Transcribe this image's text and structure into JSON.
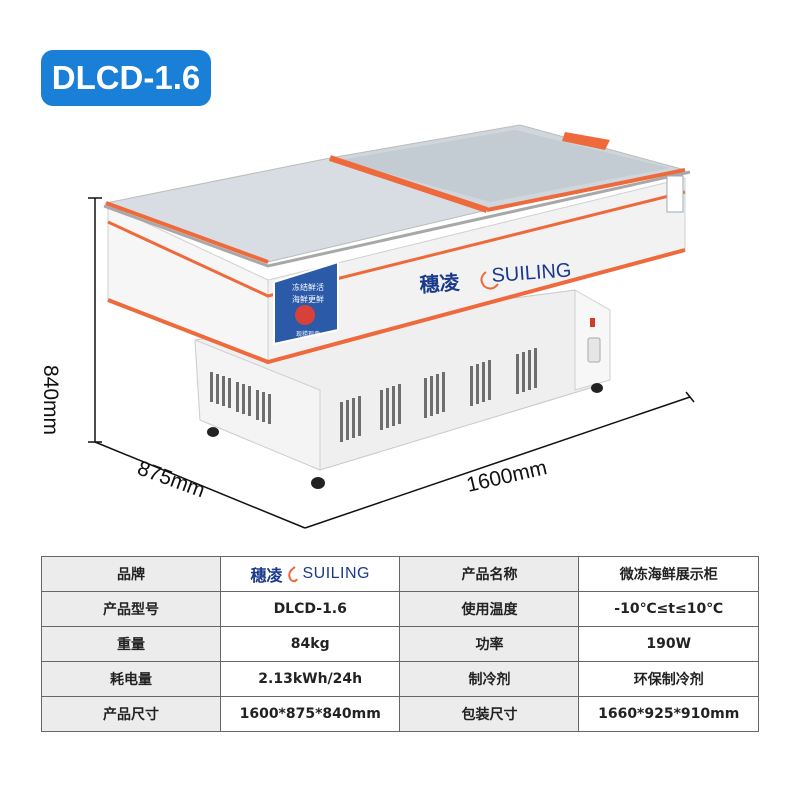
{
  "model_badge": "DLCD-1.6",
  "dimensions": {
    "height": "840mm",
    "width": "1600mm",
    "depth": "875mm"
  },
  "product_logo": {
    "chinese": "穗凌",
    "english": "SUILING"
  },
  "freezer_sticker": {
    "line1": "冻结鲜活",
    "line2": "海鲜更鲜",
    "line3": "现捞现卖"
  },
  "spec_table": {
    "rows": [
      {
        "label1": "品牌",
        "value1": "",
        "label2": "产品名称",
        "value2": "微冻海鲜展示柜"
      },
      {
        "label1": "产品型号",
        "value1": "DLCD-1.6",
        "label2": "使用温度",
        "value2": "-10℃≤t≤10℃"
      },
      {
        "label1": "重量",
        "value1": "84kg",
        "label2": "功率",
        "value2": "190W"
      },
      {
        "label1": "耗电量",
        "value1": "2.13kWh/24h",
        "label2": "制冷剂",
        "value2": "环保制冷剂"
      },
      {
        "label1": "产品尺寸",
        "value1": "1600*875*840mm",
        "label2": "包装尺寸",
        "value2": "1660*925*910mm"
      }
    ]
  },
  "colors": {
    "badge": "#1a7fd6",
    "accent_orange": "#ee6a3c",
    "brand_blue": "#1b3a8c"
  }
}
